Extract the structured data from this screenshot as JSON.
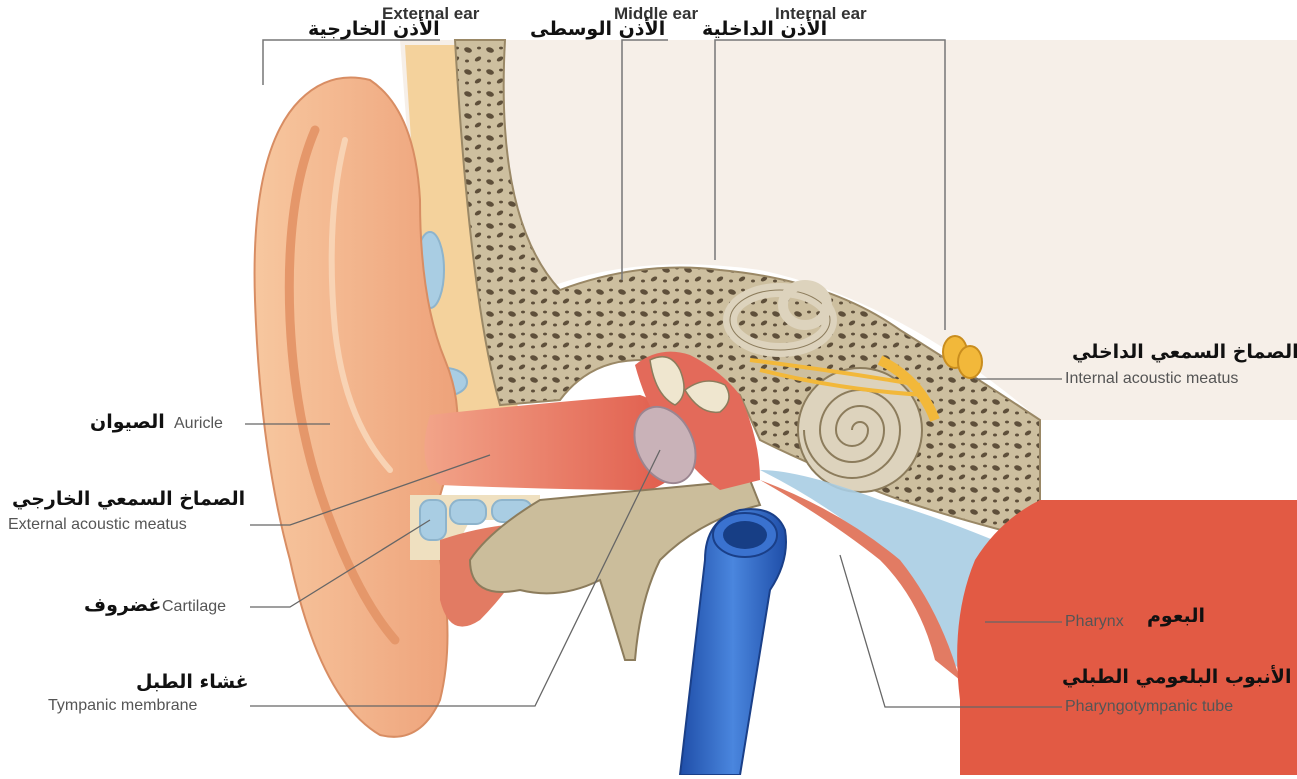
{
  "headers": {
    "external": {
      "en": "External ear",
      "ar": "الأذن الخارجية"
    },
    "middle": {
      "en": "Middle ear",
      "ar": "الأذن الوسطى"
    },
    "internal": {
      "en": "Internal ear",
      "ar": "الأذن الداخلية"
    }
  },
  "labels": {
    "auricle": {
      "en": "Auricle",
      "ar": "الصيوان"
    },
    "external_meatus": {
      "en": "External acoustic meatus",
      "ar": "الصماخ السمعي الخارجي"
    },
    "cartilage": {
      "en": "Cartilage",
      "ar": "غضروف"
    },
    "tympanic": {
      "en": "Tympanic membrane",
      "ar": "غشاء الطبل"
    },
    "internal_meatus": {
      "en": "Internal acoustic meatus",
      "ar": "الصماخ السمعي الداخلي"
    },
    "pharynx": {
      "en": "Pharynx",
      "ar": "البعوم"
    },
    "pharyngotympanic": {
      "en": "Pharyngotympanic tube",
      "ar": "الأنبوب البلعومي الطبلي"
    }
  },
  "colors": {
    "skin": "#f4b98e",
    "skin_dark": "#e89a6c",
    "bone": "#cbbd9b",
    "bone_dark": "#7a6a4f",
    "canal": "#e46a5a",
    "cartilage": "#a9cde3",
    "artery": "#2f66c3",
    "nerve": "#f2b83a"
  }
}
